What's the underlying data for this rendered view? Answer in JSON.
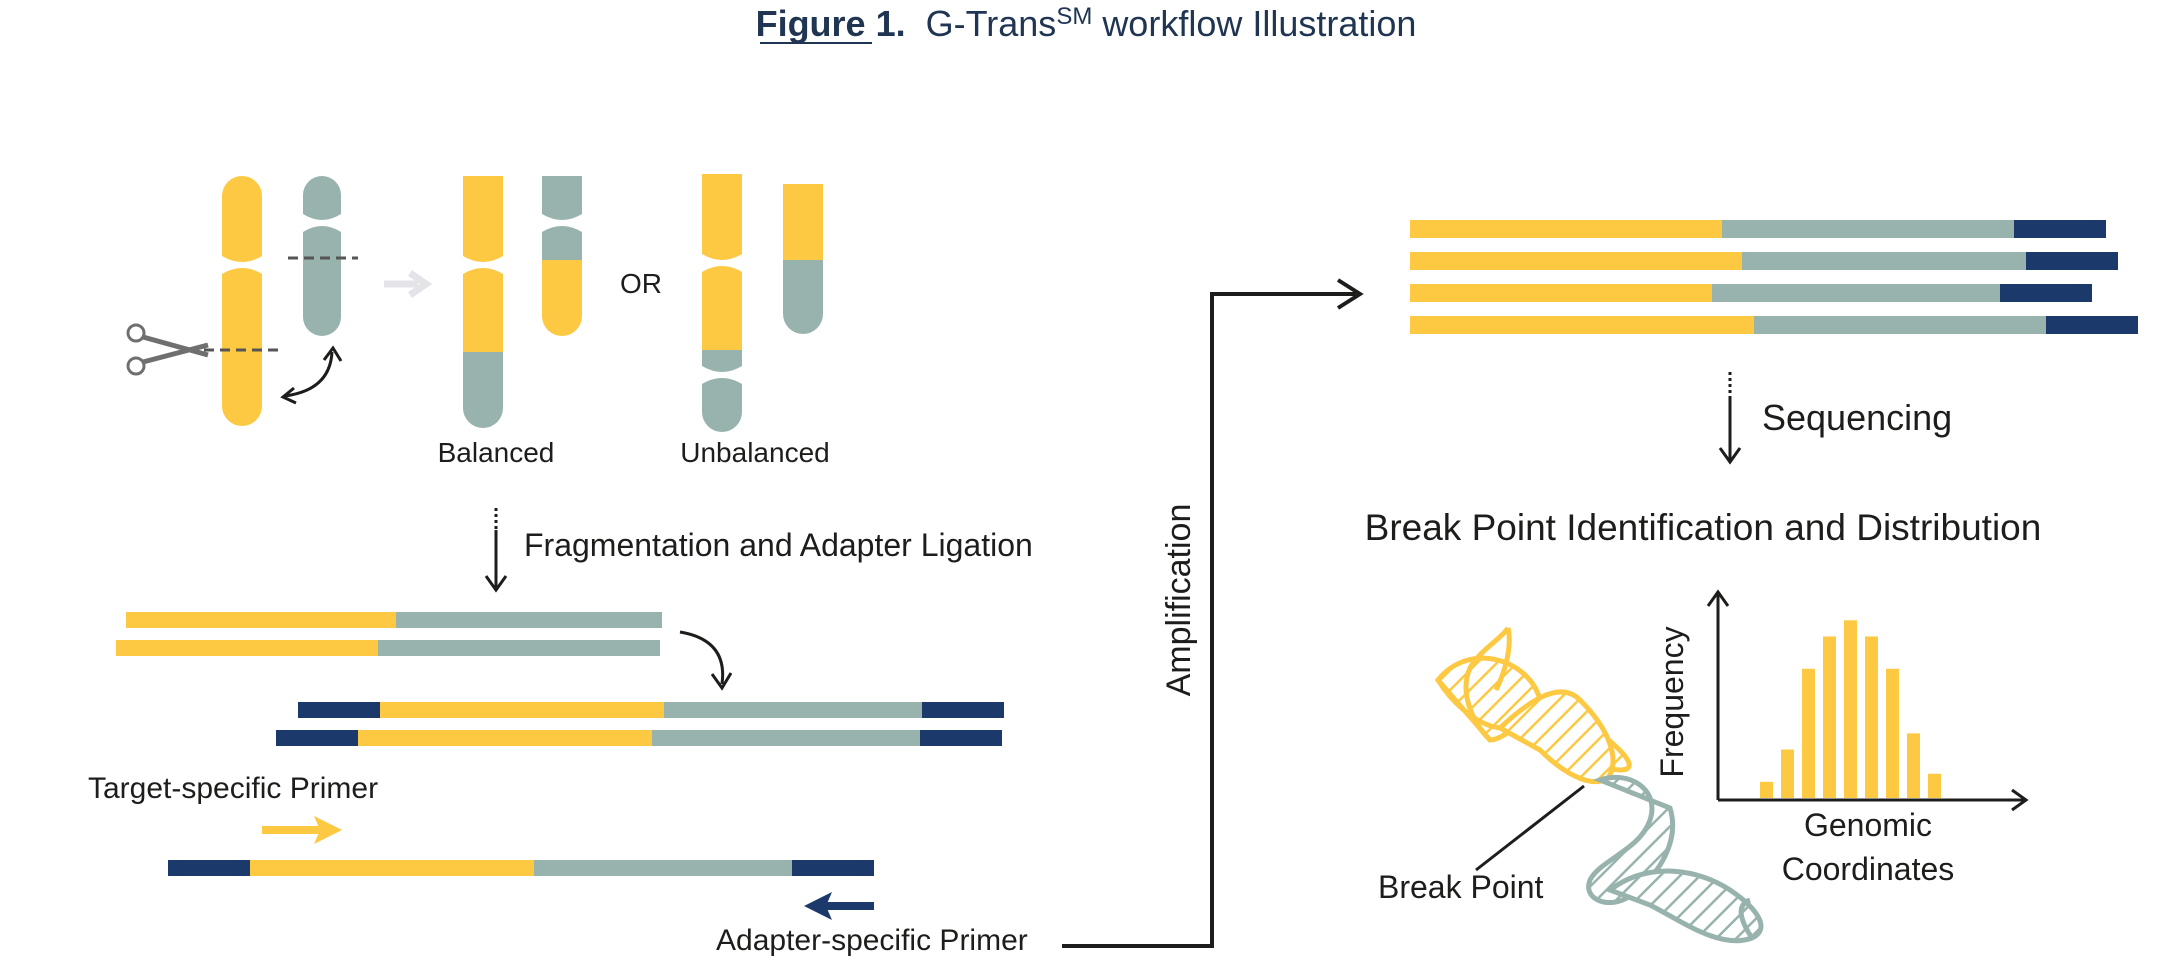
{
  "figure": {
    "label": "Figure 1.",
    "title_main": "G-Trans",
    "title_sup": "SM",
    "title_rest": "workflow Illustration"
  },
  "chromosomes": {
    "or_label": "OR",
    "balanced_label": "Balanced",
    "unbalanced_label": "Unbalanced"
  },
  "steps": {
    "fragmentation": "Fragmentation and Adapter Ligation",
    "amplification": "Amplification",
    "sequencing": "Sequencing"
  },
  "primers": {
    "target": "Target-specific Primer",
    "adapter": "Adapter-specific Primer"
  },
  "analysis": {
    "heading": "Break Point Identification and Distribution",
    "break_point": "Break Point"
  },
  "chart_data": {
    "type": "bar",
    "xlabel_line1": "Genomic",
    "xlabel_line2": "Coordinates",
    "ylabel": "Frequency",
    "values": [
      1,
      3,
      8,
      10,
      11,
      10,
      8,
      4,
      1.5
    ],
    "ylim": [
      0,
      13
    ],
    "grid": false,
    "bar_color": "#fdc943"
  },
  "colors": {
    "yellow": "#fdc943",
    "gray": "#98b3ad",
    "navy": "#1b3a6b",
    "text": "#1d1d1b",
    "arrow_light": "#e4e4e8"
  }
}
